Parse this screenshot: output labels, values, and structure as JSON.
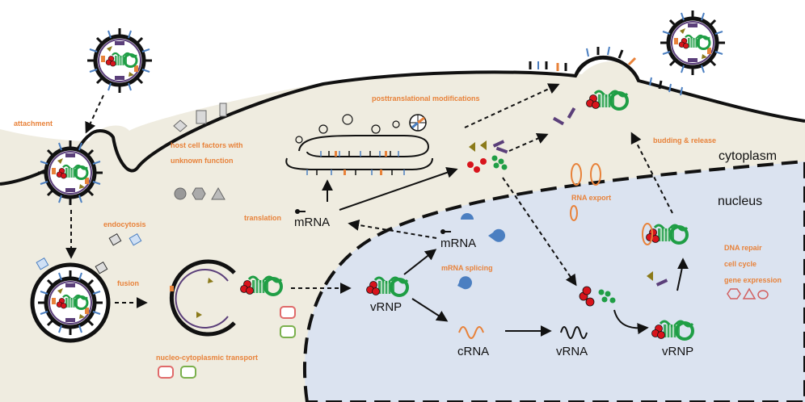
{
  "compartments": {
    "cytoplasm": "cytoplasm",
    "nucleus": "nucleus"
  },
  "steps": {
    "attachment": "attachment",
    "host_factors_line1": "host cell factors with",
    "host_factors_line2": "unknown function",
    "endocytosis": "endocytosis",
    "fusion": "fusion",
    "nucleo_transport": "nucleo-cytoplasmic transport",
    "translation": "translation",
    "posttranslational": "posttranslational modifications",
    "budding": "budding & release",
    "rna_export": "RNA export",
    "mrna_splicing": "mRNA splicing",
    "dna_repair": "DNA repair",
    "cell_cycle": "cell cycle",
    "gene_expression": "gene expression"
  },
  "molecules": {
    "mrna_cyto": "mRNA",
    "mrna_nuc": "mRNA",
    "vrnp_1": "vRNP",
    "crna": "cRNA",
    "vrna": "vRNA",
    "vrnp_2": "vRNP"
  },
  "colors": {
    "cytoplasm_fill": "#efece0",
    "nucleus_fill": "#dbe3f0",
    "label_orange": "#e8823a",
    "rnp_green": "#1f9e45",
    "protein_red": "#d8141c",
    "envelope_purple": "#5b3f7a",
    "hemagglutinin_blue": "#4b7fc1"
  }
}
